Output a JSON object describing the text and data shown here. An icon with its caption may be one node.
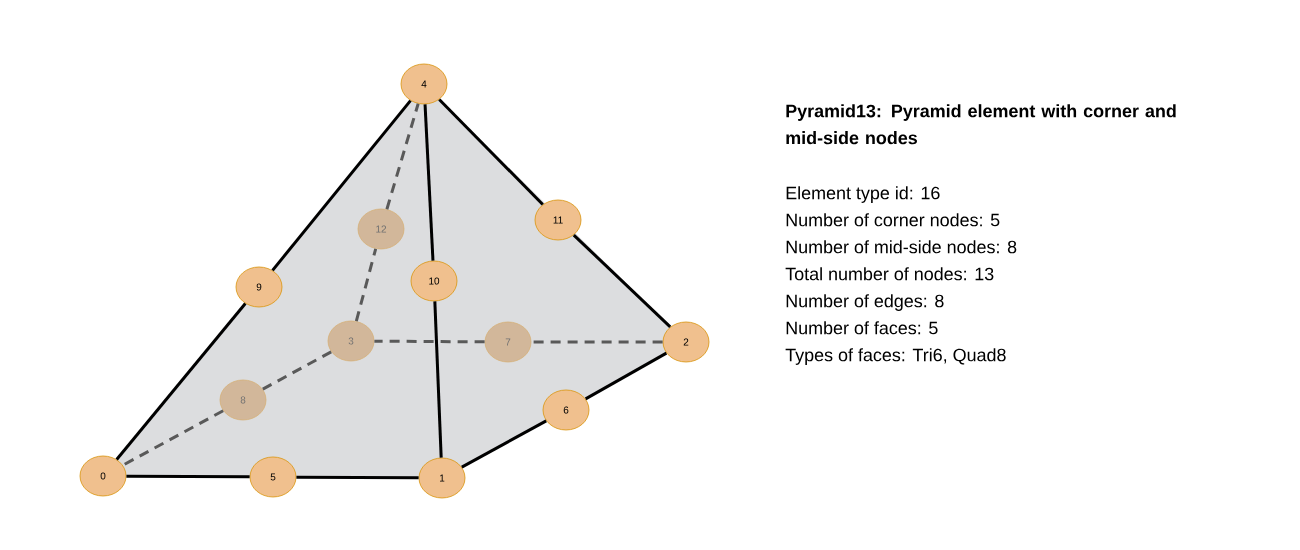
{
  "diagram": {
    "title": "Pyramid13: Pyramid element with corner and mid-side nodes",
    "nodes": [
      {
        "text": [
          "0"
        ]
      },
      {
        "text": [
          "1"
        ]
      },
      {
        "text": [
          "2"
        ]
      },
      {
        "text": [
          "3"
        ]
      },
      {
        "text": [
          "4"
        ]
      },
      {
        "text": [
          "5"
        ]
      },
      {
        "text": [
          "6"
        ]
      },
      {
        "text": [
          "7"
        ]
      },
      {
        "text": [
          "8"
        ]
      },
      {
        "text": [
          "9"
        ]
      },
      {
        "text": [
          "10"
        ]
      },
      {
        "text": [
          "11"
        ]
      },
      {
        "text": [
          "12"
        ]
      }
    ],
    "edges": [
      {
        "from": 0,
        "to": 5,
        "arrow": "none"
      },
      {
        "from": 5,
        "to": 1,
        "arrow": "none"
      },
      {
        "from": 1,
        "to": 6,
        "arrow": "none"
      },
      {
        "from": 6,
        "to": 2,
        "arrow": "none"
      },
      {
        "from": 2,
        "to": 7,
        "arrow": "none",
        "style": "dashed",
        "color": "#595959"
      },
      {
        "from": 7,
        "to": 3,
        "arrow": "none",
        "style": "dashed",
        "color": "#595959"
      },
      {
        "from": 3,
        "to": 8,
        "arrow": "none",
        "style": "dashed",
        "color": "#595959"
      },
      {
        "from": 8,
        "to": 0,
        "arrow": "none",
        "style": "dashed",
        "color": "#595959"
      },
      {
        "from": 3,
        "to": 12,
        "arrow": "none",
        "style": "dashed",
        "color": "#595959"
      },
      {
        "from": 12,
        "to": 4,
        "arrow": "none",
        "style": "dashed",
        "color": "#595959"
      },
      {
        "from": 0,
        "to": 9,
        "arrow": "none"
      },
      {
        "from": 9,
        "to": 4,
        "arrow": "none"
      },
      {
        "from": 1,
        "to": 10,
        "arrow": "none"
      },
      {
        "from": 10,
        "to": 4,
        "arrow": "none"
      },
      {
        "from": 2,
        "to": 11,
        "arrow": "none"
      },
      {
        "from": 11,
        "to": 4,
        "arrow": "none"
      }
    ],
    "labels": [
      "Element type id: 16",
      "Number of corner nodes: 5",
      "Number of mid-side nodes: 8",
      "Total number of nodes: 13",
      "Number of edges: 8",
      "Number of faces: 5",
      "Types of faces: Tri6, Quad8"
    ]
  }
}
